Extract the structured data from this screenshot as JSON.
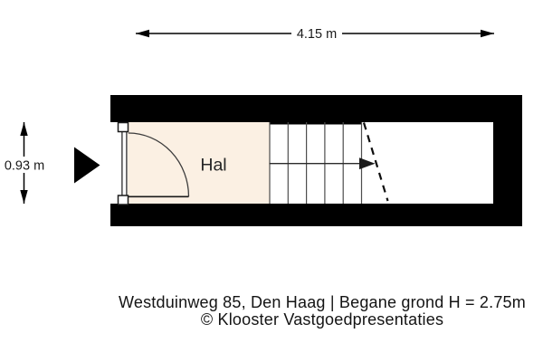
{
  "colors": {
    "wall": "#000000",
    "room_fill": "#fbf0e3",
    "background": "#ffffff"
  },
  "dimensions": {
    "width": {
      "label": "4.15 m"
    },
    "height": {
      "label": "0.93 m"
    }
  },
  "rooms": [
    {
      "name": "Hal"
    }
  ],
  "stairs": {
    "steps": 5,
    "walk_direction": "right"
  },
  "caption": {
    "address": "Westduinweg 85, Den Haag | Begane grond H = 2.75m",
    "credit": "© Klooster Vastgoedpresentaties"
  }
}
